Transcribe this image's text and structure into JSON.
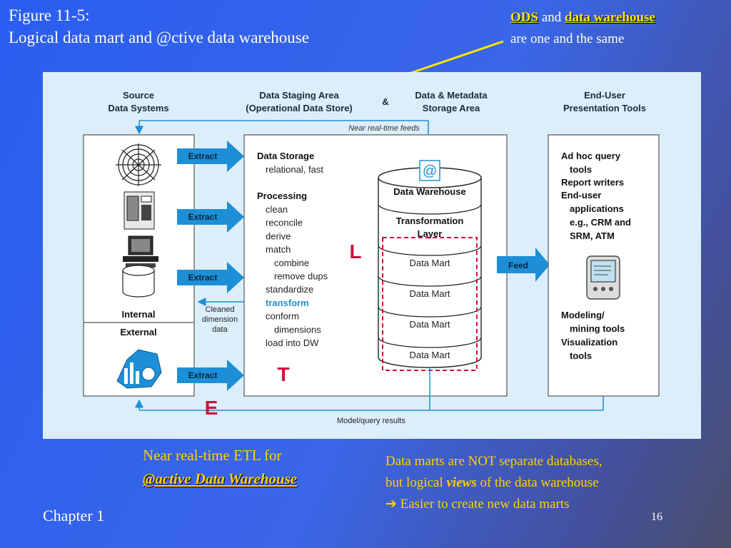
{
  "slide": {
    "title_line1": "Figure 11-5:",
    "title_line2": "Logical data mart and @ctive data warehouse",
    "ods_note": {
      "ods": "ODS",
      "and": "and",
      "dw": "data warehouse",
      "line2": "are one and the same"
    },
    "bottom_left": {
      "line1": "Near real-time ETL for",
      "line2": "@active Data Warehouse"
    },
    "bottom_right": {
      "line1": "Data marts are NOT separate databases,",
      "line2_a": "but logical",
      "line2_b": "views",
      "line2_c": "of the data warehouse",
      "line3": "Easier to create new data marts",
      "arrow": "➔"
    },
    "footer": {
      "chapter": "Chapter 1",
      "page": "16"
    },
    "colors": {
      "accent_yellow": "#ffe600",
      "etl_red": "#d0103a",
      "arrow_blue": "#1d8fd6"
    }
  },
  "diagram": {
    "headers": {
      "source": [
        "Source",
        "Data Systems"
      ],
      "staging": [
        "Data Staging Area",
        "(Operational Data Store)"
      ],
      "amp": "&",
      "metadata": [
        "Data & Metadata",
        "Storage Area"
      ],
      "enduser": [
        "End-User",
        "Presentation Tools"
      ]
    },
    "feeds_label": "Near real-time feeds",
    "model_results_label": "Model/query results",
    "extract_label": "Extract",
    "feed_label": "Feed",
    "internal_label": "Internal",
    "external_label": "External",
    "cleaned_label": [
      "Cleaned",
      "dimension",
      "data"
    ],
    "source_icons": [
      "spider-web-icon",
      "mainframe-icon",
      "desktop-computer-icon",
      "database-cylinder-icon",
      "analytics-chart-icon"
    ],
    "staging": {
      "storage_title": "Data Storage",
      "storage_desc": "relational, fast",
      "processing_title": "Processing",
      "steps": [
        {
          "text": "clean",
          "indent": 1,
          "highlight": false
        },
        {
          "text": "reconcile",
          "indent": 1,
          "highlight": false
        },
        {
          "text": "derive",
          "indent": 1,
          "highlight": false
        },
        {
          "text": "match",
          "indent": 1,
          "highlight": false
        },
        {
          "text": "combine",
          "indent": 2,
          "highlight": false
        },
        {
          "text": "remove dups",
          "indent": 2,
          "highlight": false
        },
        {
          "text": "standardize",
          "indent": 1,
          "highlight": false
        },
        {
          "text": "transform",
          "indent": 1,
          "highlight": true
        },
        {
          "text": "conform",
          "indent": 1,
          "highlight": false
        },
        {
          "text": "dimensions",
          "indent": 2,
          "highlight": false
        },
        {
          "text": "load into DW",
          "indent": 1,
          "highlight": false
        }
      ]
    },
    "warehouse": {
      "at_symbol": "@",
      "title": "Data Warehouse",
      "transformation": [
        "Transformation",
        "Layer"
      ],
      "marts": [
        "Data Mart",
        "Data Mart",
        "Data Mart",
        "Data Mart"
      ]
    },
    "enduser_items": [
      {
        "text": "Ad hoc query",
        "indent": 0
      },
      {
        "text": "tools",
        "indent": 1
      },
      {
        "text": "Report writers",
        "indent": 0
      },
      {
        "text": "End-user",
        "indent": 0
      },
      {
        "text": "applications",
        "indent": 1
      },
      {
        "text": "e.g., CRM and",
        "indent": 1
      },
      {
        "text": "SRM, ATM",
        "indent": 1
      },
      {
        "text": "Modeling/",
        "indent": 0
      },
      {
        "text": "mining tools",
        "indent": 1
      },
      {
        "text": "Visualization",
        "indent": 0
      },
      {
        "text": "tools",
        "indent": 1
      }
    ],
    "etl_letters": {
      "e": "E",
      "t": "T",
      "l": "L"
    }
  }
}
